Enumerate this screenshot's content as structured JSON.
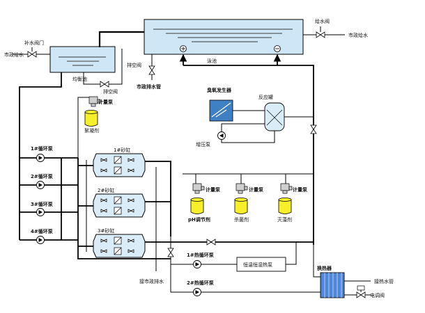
{
  "labels": {
    "makeup_valve": "补水阀门",
    "city_supply_left": "市政给水",
    "balance_tank": "均衡池",
    "air_valve_left": "排空阀",
    "drain_valve": "排空阀",
    "city_drain_pipe": "市政排水管",
    "pool": "泳池",
    "supply_valve_right": "给水阀",
    "city_supply_right": "市政给水",
    "coag_meter_pump": "计量泵",
    "coagulant": "絮凝剂",
    "ozone_generator": "臭氧发生器",
    "reactor": "反应罐",
    "booster_pump": "增压泵",
    "pump_1": "1#循环泵",
    "pump_2": "2#循环泵",
    "pump_3": "3#循环泵",
    "pump_4": "4#循环泵",
    "filter_1": "1#砂缸",
    "filter_2": "2#砂缸",
    "filter_3": "3#砂缸",
    "meter_pump_ph": "计量泵",
    "meter_pump_alg": "计量泵",
    "meter_pump_dis": "计量泵",
    "ph_regulator": "pH调节剂",
    "algaecide": "杀菌剂",
    "disinfectant": "灭藻剂",
    "to_city_drain": "接市政排水",
    "heat_pump_1": "1#热循环泵",
    "heat_pump_2": "2#热循环泵",
    "heat_pump_unit": "恒温恒湿热泵",
    "heat_exchanger": "换热器",
    "heat_water_pipe": "接热水管",
    "electric_valve": "电调阀"
  },
  "colors": {
    "water_blue": "#cfe6f7",
    "chemical_yellow": "#f7ef2a",
    "ozone_blue": "#3f7fc4",
    "exchanger_blue": "#4f86d8"
  }
}
